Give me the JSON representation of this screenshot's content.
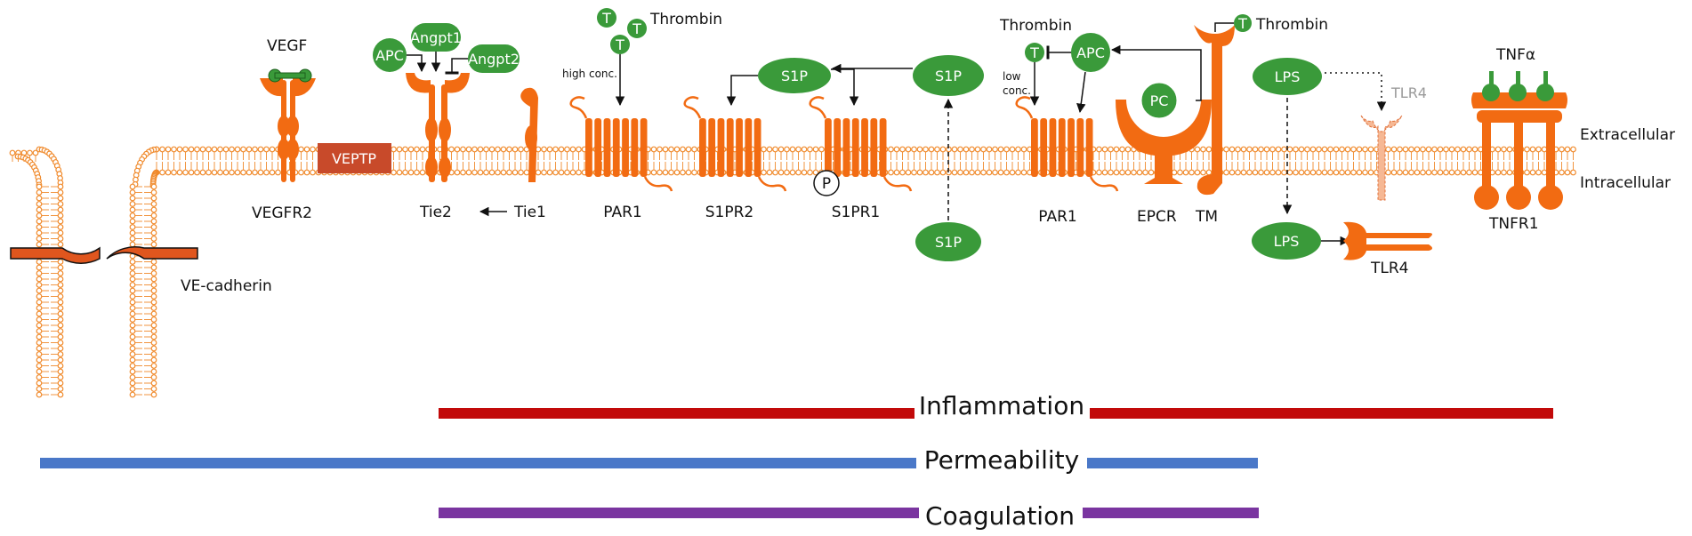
{
  "colors": {
    "membrane": "#f08a2c",
    "receptor": "#f26b12",
    "receptor_dark": "#e25c0a",
    "green": "#3a9a3a",
    "veptp": "#c84a2a",
    "ve_cadherin": "#e0561e",
    "ghost": "#f6b894",
    "inflammation": "#c20a0a",
    "permeability": "#4a78c8",
    "coagulation": "#7a35a0"
  },
  "sides": {
    "extracellular": "Extracellular",
    "intracellular": "Intracellular"
  },
  "receptors": {
    "vegfr2": "VEGFR2",
    "vegf": "VEGF",
    "veptp": "VEPTP",
    "tie2": "Tie2",
    "tie1": "Tie1",
    "par1_left": "PAR1",
    "s1pr2": "S1PR2",
    "s1pr1": "S1PR1",
    "par1_right": "PAR1",
    "epcr": "EPCR",
    "tm": "TM",
    "tlr4_inactive": "TLR4",
    "tlr4": "TLR4",
    "tnfr1": "TNFR1",
    "tnfa": "TNFα",
    "ve_cadherin": "VE-cadherin"
  },
  "ligands": {
    "apc_left": "APC",
    "angpt1": "Angpt1",
    "angpt2": "Angpt2",
    "t": "T",
    "thrombin": "Thrombin",
    "high_conc": "high conc.",
    "s1p_mid": "S1P",
    "s1p_right": "S1P",
    "s1p_bottom": "S1P",
    "p": "P",
    "thrombin_right": "Thrombin",
    "low_conc_1": "low",
    "low_conc_2": "conc.",
    "apc_right": "APC",
    "pc": "PC",
    "thrombin_tm": "Thrombin",
    "lps_top": "LPS",
    "lps_bottom": "LPS"
  },
  "effects": {
    "inflammation": "Inflammation",
    "permeability": "Permeability",
    "coagulation": "Coagulation"
  }
}
